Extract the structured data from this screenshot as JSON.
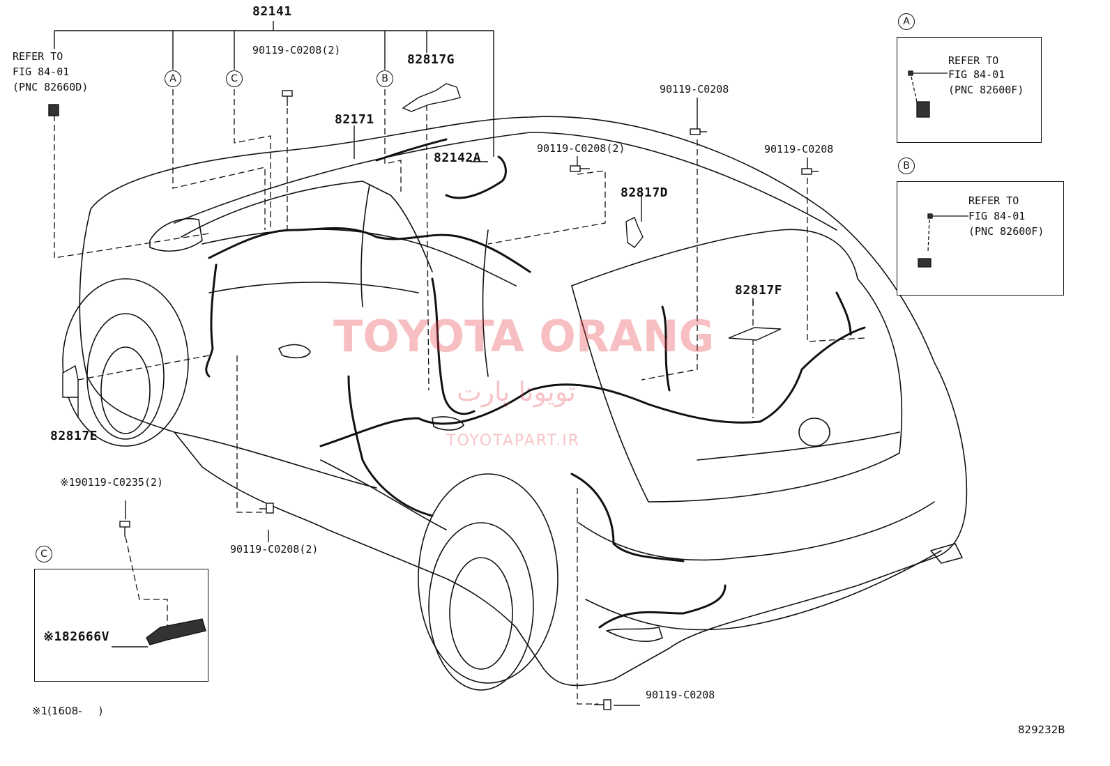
{
  "diagram": {
    "part_labels": {
      "main_harness": "82141",
      "harness_82171": "82171",
      "harness_82142A": "82142A",
      "clamp_82817G": "82817G",
      "clamp_82817D": "82817D",
      "clamp_82817E": "82817E",
      "clamp_82817F": "82817F",
      "bolt_top": "90119-C0208(2)",
      "bolt_mid": "90119-C0208(2)",
      "bolt_roof": "90119-C0208",
      "bolt_right": "90119-C0208",
      "bolt_lower": "90119-C0208(2)",
      "bolt_bottom": "90119-C0208",
      "bolt_inset_c": "※190119-C0235(2)",
      "inset_c_part": "※182666V",
      "footnote": "※1(1608-     )",
      "figure_code": "829232B"
    },
    "refer_left": {
      "line1": "REFER TO",
      "line2": "FIG 84-01",
      "line3": "(PNC 82660D)"
    },
    "inset_a": {
      "marker": "A",
      "line1": "REFER TO",
      "line2": "FIG 84-01",
      "line3": "(PNC 82600F)"
    },
    "inset_b": {
      "marker": "B",
      "line1": "REFER TO",
      "line2": "FIG 84-01",
      "line3": "(PNC 82600F)"
    },
    "inset_c": {
      "marker": "C"
    },
    "callout_markers": [
      "A",
      "C",
      "B"
    ],
    "watermark": {
      "main": "TOYOTA ORANG",
      "persian": "تویوتا پارت",
      "site": "TOYOTAPART.IR"
    }
  },
  "colors": {
    "line": "#111111",
    "watermark": "#e63c46"
  }
}
